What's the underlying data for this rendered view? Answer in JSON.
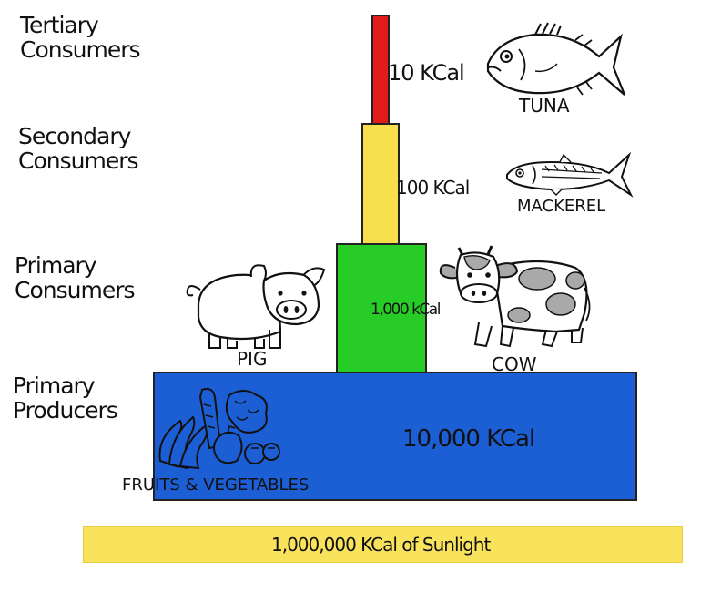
{
  "levels": {
    "tertiary": {
      "line1": "Tertiary",
      "line2": "Consumers"
    },
    "secondary": {
      "line1": "Secondary",
      "line2": "Consumers"
    },
    "primary_consumers": {
      "line1": "Primary",
      "line2": "Consumers"
    },
    "producers": {
      "line1": "Primary",
      "line2": "Producers"
    }
  },
  "bars": {
    "tertiary": {
      "energy": "10 KCal",
      "color": "#e21b1b"
    },
    "secondary": {
      "energy": "100 KCal",
      "color": "#f7e04e"
    },
    "primary_consumers": {
      "energy": "1,000 kCal",
      "color": "#27cc27"
    },
    "producers": {
      "energy": "10,000 KCal",
      "color": "#1c5ed4"
    },
    "sunlight": {
      "energy": "1,000,000 KCal of Sunlight",
      "color": "#f9e25c"
    }
  },
  "animals": {
    "tuna": "TUNA",
    "mackerel": "MACKEREL",
    "pig": "PIG",
    "cow": "COW",
    "produce": "FRUITS & VEGETABLES"
  }
}
